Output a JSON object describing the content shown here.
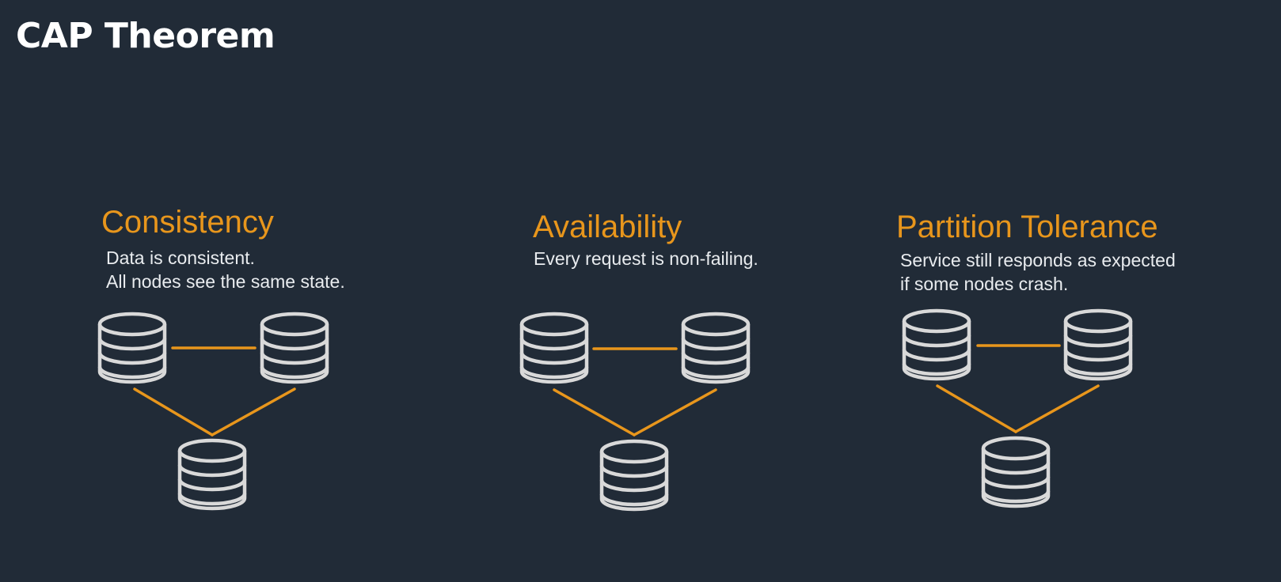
{
  "title": "CAP Theorem",
  "colors": {
    "background": "#212b37",
    "title": "#ffffff",
    "accent": "#e8961c",
    "node_stroke": "#d9d9d9",
    "text": "#e9ecef"
  },
  "concepts": [
    {
      "heading": "Consistency",
      "description": [
        "Data is consistent.",
        "All nodes see the same state."
      ],
      "icon": "database-icon"
    },
    {
      "heading": "Availability",
      "description": [
        "Every request is non-failing."
      ],
      "icon": "database-icon"
    },
    {
      "heading": "Partition Tolerance",
      "description": [
        "Service still responds as expected",
        "if some nodes crash."
      ],
      "icon": "database-icon"
    }
  ]
}
